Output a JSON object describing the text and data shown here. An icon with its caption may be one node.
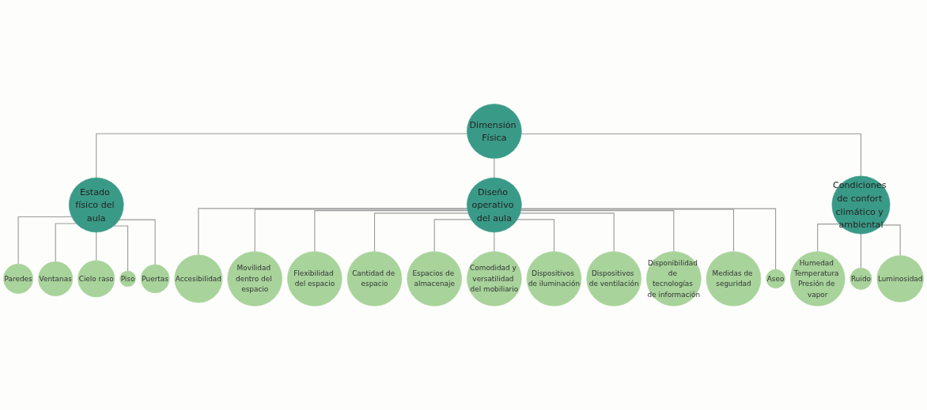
{
  "diagram": {
    "nodes": [
      {
        "text": [
          "Dimensión Física"
        ]
      },
      {
        "text": [
          "Estado físico del aula"
        ]
      },
      {
        "text": [
          "Condiciones de confort climático y ambiental"
        ]
      },
      {
        "text": [
          "Diseño operativo del aula"
        ]
      },
      {
        "text": [
          "Paredes"
        ]
      },
      {
        "text": [
          "Ventanas"
        ]
      },
      {
        "text": [
          "Cielo raso"
        ]
      },
      {
        "text": [
          "Piso"
        ]
      },
      {
        "text": [
          "Puertas"
        ]
      },
      {
        "text": [
          "Humedad Temperatura Presión de vapor"
        ]
      },
      {
        "text": [
          "Ruido"
        ]
      },
      {
        "text": [
          "Luminosidad"
        ]
      },
      {
        "text": [
          "Accesibilidad"
        ]
      },
      {
        "text": [
          "Movilidad dentro del espacio"
        ]
      },
      {
        "text": [
          "Flexibilidad del espacio"
        ]
      },
      {
        "text": [
          "Cantidad de espacio"
        ]
      },
      {
        "text": [
          "Espacios de almacenaje"
        ]
      },
      {
        "text": [
          "Comodidad y versatilidad del mobiliario"
        ]
      },
      {
        "text": [
          "Dispositivos de iluminación"
        ]
      },
      {
        "text": [
          "Dispositivos de ventilación"
        ]
      },
      {
        "text": [
          "Disponibilidad de tecnologías de información"
        ]
      },
      {
        "text": [
          "Medidas de seguridad"
        ]
      },
      {
        "text": [
          "Aseo"
        ]
      }
    ],
    "edges": [
      {
        "from": 0,
        "to": 1,
        "arrow": "none"
      },
      {
        "from": 0,
        "to": 3,
        "arrow": "none"
      },
      {
        "from": 0,
        "to": 2,
        "arrow": "none"
      },
      {
        "from": 1,
        "to": 4,
        "arrow": "none"
      },
      {
        "from": 1,
        "to": 5,
        "arrow": "none"
      },
      {
        "from": 1,
        "to": 6,
        "arrow": "none"
      },
      {
        "from": 1,
        "to": 7,
        "arrow": "none"
      },
      {
        "from": 1,
        "to": 8,
        "arrow": "none"
      },
      {
        "from": 2,
        "to": 9,
        "arrow": "none"
      },
      {
        "from": 2,
        "to": 10,
        "arrow": "none"
      },
      {
        "from": 2,
        "to": 11,
        "arrow": "none"
      },
      {
        "from": 3,
        "to": 12,
        "arrow": "none"
      },
      {
        "from": 3,
        "to": 13,
        "arrow": "none"
      },
      {
        "from": 3,
        "to": 14,
        "arrow": "none"
      },
      {
        "from": 3,
        "to": 15,
        "arrow": "none"
      },
      {
        "from": 3,
        "to": 16,
        "arrow": "none"
      },
      {
        "from": 3,
        "to": 17,
        "arrow": "none"
      },
      {
        "from": 3,
        "to": 18,
        "arrow": "none"
      },
      {
        "from": 3,
        "to": 19,
        "arrow": "none"
      },
      {
        "from": 3,
        "to": 20,
        "arrow": "none"
      },
      {
        "from": 3,
        "to": 21,
        "arrow": "none"
      },
      {
        "from": 3,
        "to": 22,
        "arrow": "none"
      }
    ]
  }
}
